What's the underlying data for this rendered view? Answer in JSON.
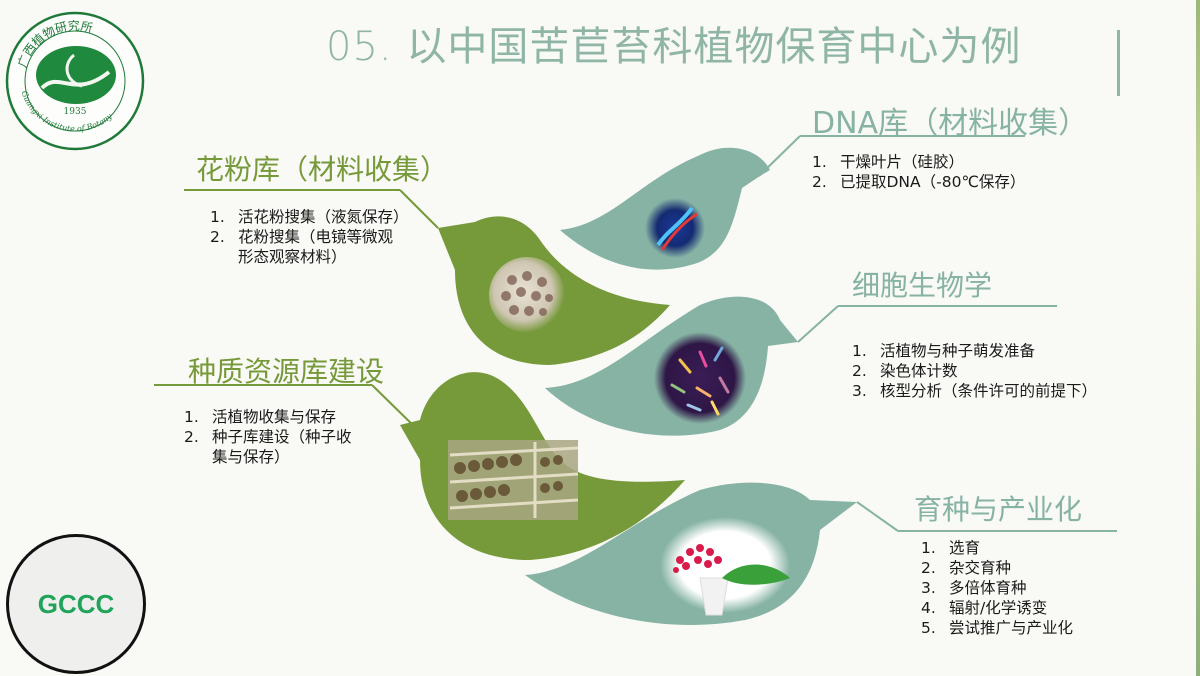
{
  "slide": {
    "title": "05. 以中国苦苣苔科植物保育中心为例",
    "logo": {
      "name_cn": "广西植物研究所",
      "name_en": "Guangxi Institute of Botany",
      "year": "1935"
    },
    "badge": "GCCC",
    "colors": {
      "green": "#76993a",
      "teal": "#86b3a4",
      "title": "#8fb5a6",
      "badge_text": "#1fa45a",
      "background": "#f9f9f5"
    }
  },
  "sections": {
    "pollen": {
      "heading": "花粉库（材料收集）",
      "items": [
        {
          "num": "1.",
          "text": "活花粉搜集（液氮保存）"
        },
        {
          "num": "2.",
          "text": "花粉搜集（电镜等微观"
        },
        {
          "num": "",
          "text": "形态观察材料）"
        }
      ],
      "image": "pollen-grain-image"
    },
    "dna": {
      "heading": "DNA库（材料收集）",
      "items": [
        {
          "num": "1.",
          "text": "干燥叶片（硅胶）"
        },
        {
          "num": "2.",
          "text": "已提取DNA（-80℃保存）"
        }
      ],
      "image": "dna-helix-image"
    },
    "cell": {
      "heading": "细胞生物学",
      "items": [
        {
          "num": "1.",
          "text": "活植物与种子萌发准备"
        },
        {
          "num": "2.",
          "text": "染色体计数"
        },
        {
          "num": "3.",
          "text": "核型分析（条件许可的前提下）"
        }
      ],
      "image": "chromosomes-image"
    },
    "germplasm": {
      "heading": "种质资源库建设",
      "items": [
        {
          "num": "1.",
          "text": "活植物收集与保存"
        },
        {
          "num": "2.",
          "text": "种子库建设（种子收"
        },
        {
          "num": "",
          "text": "集与保存）"
        }
      ],
      "image": "seed-bank-shelves-image"
    },
    "breeding": {
      "heading": "育种与产业化",
      "items": [
        {
          "num": "1.",
          "text": "选育"
        },
        {
          "num": "2.",
          "text": "杂交育种"
        },
        {
          "num": "3.",
          "text": "多倍体育种"
        },
        {
          "num": "4.",
          "text": "辐射/化学诱变"
        },
        {
          "num": "5.",
          "text": "尝试推广与产业化"
        }
      ],
      "image": "potted-flower-image"
    }
  }
}
